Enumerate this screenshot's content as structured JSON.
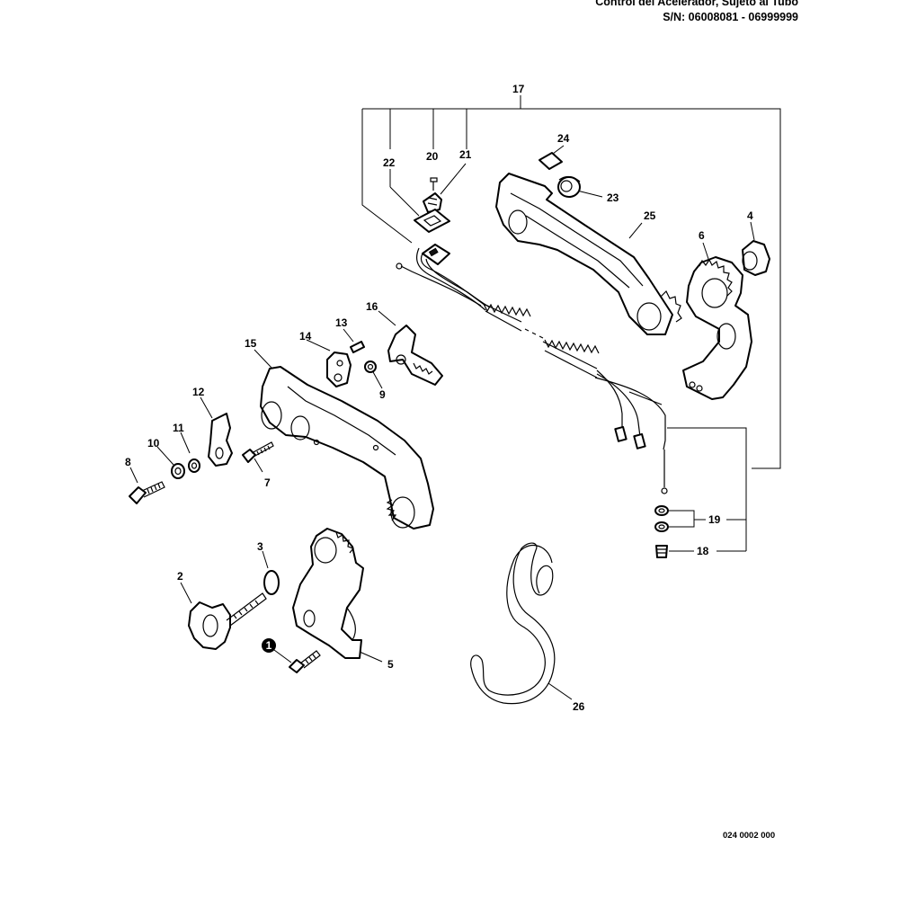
{
  "header": {
    "title": "Control del Acelerador, Sujeto al Tubo",
    "serial": "S/N: 06008081 - 06999999"
  },
  "drawing_code": "024 0002 000",
  "callouts": {
    "c1": "1",
    "c2": "2",
    "c3": "3",
    "c4": "4",
    "c5": "5",
    "c6": "6",
    "c7": "7",
    "c8": "8",
    "c9": "9",
    "c10": "10",
    "c11": "11",
    "c12": "12",
    "c13": "13",
    "c14": "14",
    "c15": "15",
    "c16": "16",
    "c17": "17",
    "c18": "18",
    "c19": "19",
    "c20": "20",
    "c21": "21",
    "c22": "22",
    "c23": "23",
    "c24": "24",
    "c25": "25",
    "c26": "26"
  }
}
